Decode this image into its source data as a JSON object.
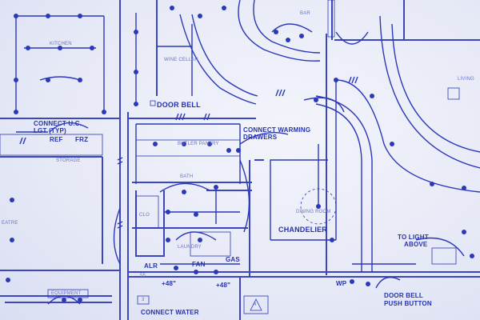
{
  "labels": {
    "kitchen": "KITCHEN",
    "wine_cellar": "WINE CELLAR",
    "bar": "BAR",
    "living": "LIVING",
    "door_bell": "DOOR BELL",
    "connect_uc_1": "CONNECT U.C.",
    "connect_uc_2": "LGT (TYP)",
    "ref": "REF",
    "frz": "FRZ",
    "storage": "STORAGE",
    "connect_warming_1": "CONNECT WARMING",
    "connect_warming_2": "DRAWERS",
    "butler_pantry": "BUTLER PANTRY",
    "bath": "BATH",
    "clo": "CLO",
    "laundry": "LAUNDRY",
    "dining_room": "DINING ROOM",
    "chandelier": "CHANDELIER",
    "to_light_1": "TO LIGHT",
    "to_light_2": "ABOVE",
    "gas": "GAS",
    "wp": "WP",
    "alr": "ALR",
    "fan": "FAN",
    "equipment": "EQUIPMENT",
    "theatre": "EATRE",
    "plus48_a": "+48\"",
    "plus48_b": "+48\"",
    "connect_water_1": "CONNECT WATER",
    "door_bell_pb_1": "DOOR BELL",
    "door_bell_pb_2": "PUSH BUTTON",
    "n55": "55",
    "n3": "3",
    "n4": "4"
  }
}
